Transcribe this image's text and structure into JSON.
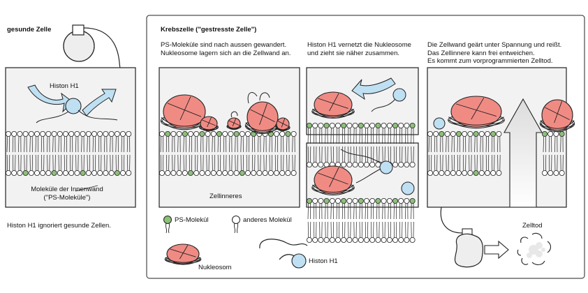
{
  "healthy": {
    "title": "gesunde Zelle",
    "histone_label": "Histon H1",
    "inner_wall_label": "Moleküle der Innenwand\n(\"PS-Moleküle\")",
    "caption": "Histon H1 ignoriert gesunde Zellen."
  },
  "cancer": {
    "title": "Krebszelle (\"gestresste Zelle\")",
    "step1": "PS-Moleküle sind nach aussen gewandert.\nNukleosome lagern sich an die Zellwand an.",
    "step2": "Histon H1 vernetzt die Nukleosome\nund zieht sie näher zusammen.",
    "step3": "Die Zellwand geärt unter Spannung und reißt.\nDas Zellinnere kann frei entweichen.\nEs kommt zum vorprogrammierten Zelltod.",
    "interior_label": "Zellinneres",
    "cell_death_label": "Zelltod"
  },
  "legend": {
    "ps_molecule": "PS-Molekül",
    "other_molecule": "anderes Molekül",
    "nucleosome": "Nukleosom",
    "histone": "Histon H1"
  },
  "colors": {
    "ps_green": "#8dc07a",
    "histone_blue": "#bfe0f2",
    "nucleosome_pink": "#f08b84",
    "panel_bg": "#f2f2f2",
    "line": "#222222"
  }
}
